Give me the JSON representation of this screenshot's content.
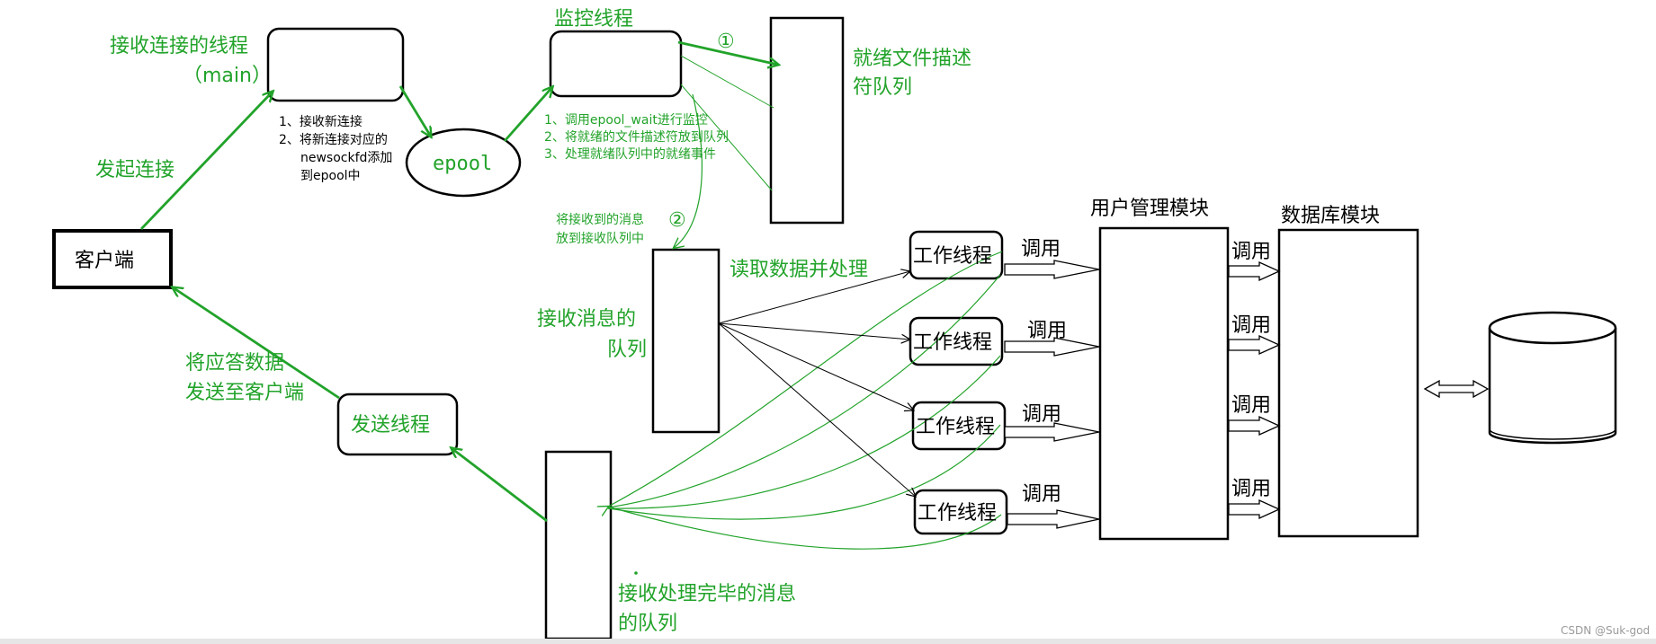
{
  "labels": {
    "main_thread_title": "接收连接的线程",
    "main_thread_sub": "（main）",
    "monitor_title": "监控线程",
    "ready_queue_line1": "就绪文件描述",
    "ready_queue_line2": "符队列",
    "initiate": "发起连接",
    "client": "客户端",
    "epool": "epool",
    "main_notes": [
      "1、接收新连接",
      "2、将新连接对应的",
      "newsockfd添加",
      "到epool中"
    ],
    "monitor_notes": [
      "1、调用epool_wait进行监控",
      "2、将就绪的文件描述符放到队列",
      "3、处理就绪队列中的就绪事件"
    ],
    "circle1": "①",
    "circle2": "②",
    "put_queue_line1": "将接收到的消息",
    "put_queue_line2": "放到接收队列中",
    "recv_queue_line1": "接收消息的",
    "recv_queue_line2": "队列",
    "read_process": "读取数据并处理",
    "worker": "工作线程",
    "call": "调用",
    "user_module": "用户管理模块",
    "db_module": "数据库模块",
    "reply_line1": "将应答数据",
    "reply_line2": "发送至客户端",
    "send_thread": "发送线程",
    "done_queue_line1": "接收处理完毕的消息",
    "done_queue_line2": "的队列",
    "watermark": "CSDN @Suk-god"
  },
  "colors": {
    "green": "#22a32a",
    "black": "#000000"
  }
}
